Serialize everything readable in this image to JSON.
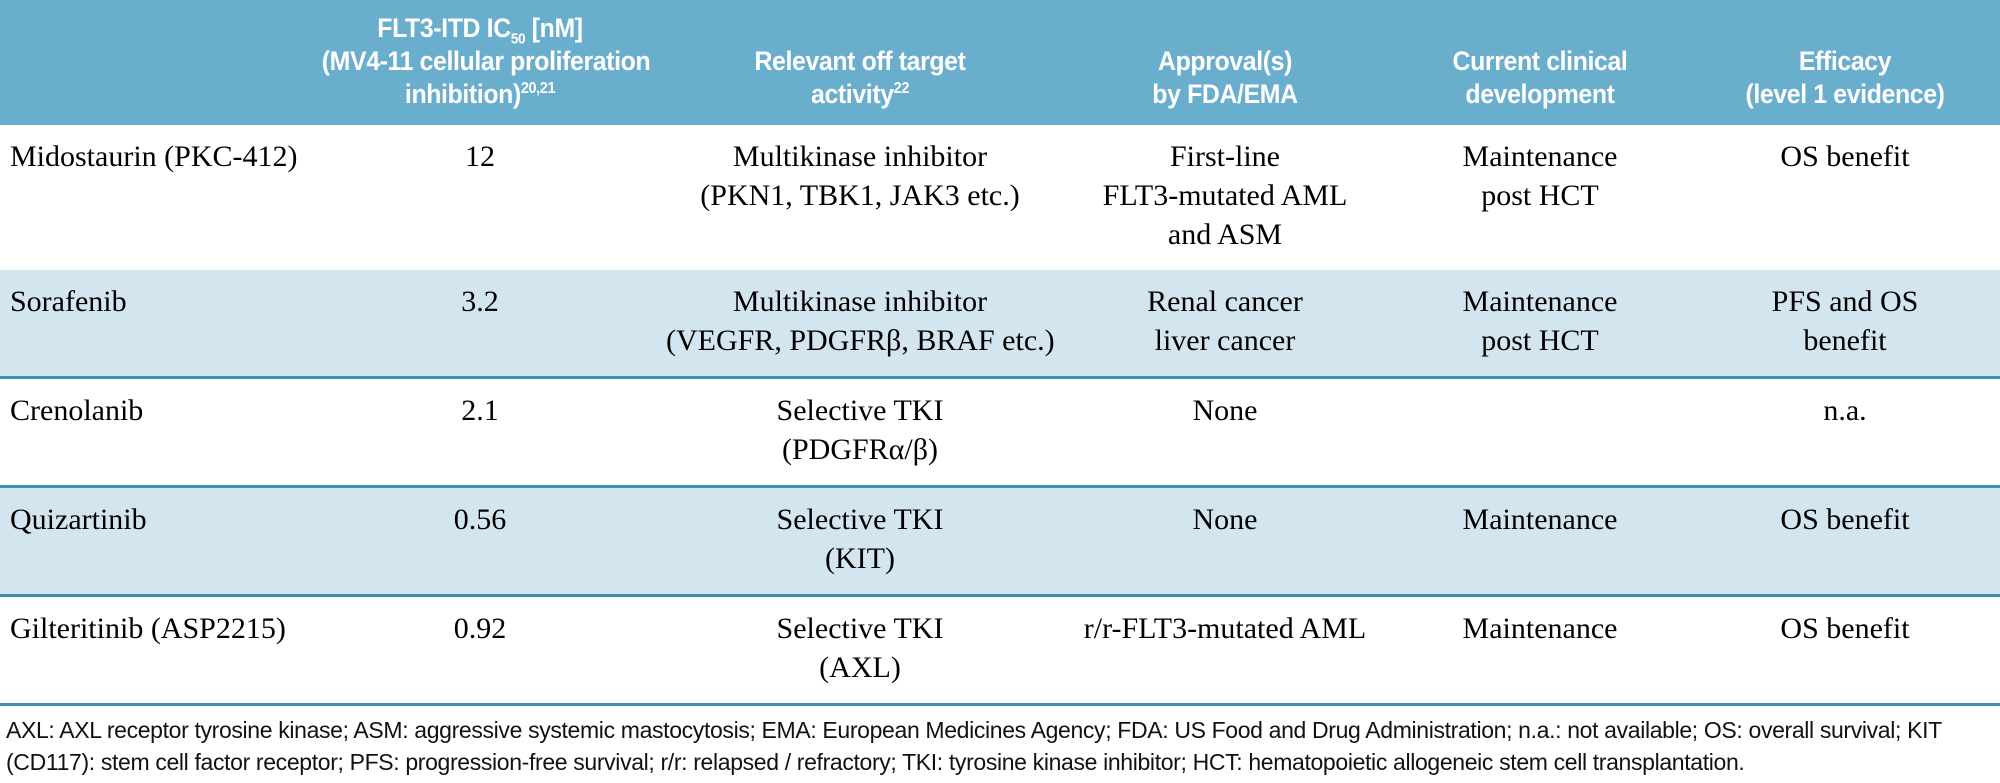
{
  "table": {
    "headers": [
      {
        "key": "drug",
        "lines": [
          ""
        ]
      },
      {
        "key": "ic50",
        "lines": [
          "FLT3-ITD IC",
          "(MV4-11 cellular proliferation",
          "inhibition)"
        ],
        "sub": "50",
        "unit": " [nM]",
        "refs": "20,21"
      },
      {
        "key": "offtarget",
        "lines": [
          "Relevant off target",
          "activity"
        ],
        "refs": "22"
      },
      {
        "key": "approval",
        "lines": [
          "Approval(s)",
          "by FDA/EMA"
        ]
      },
      {
        "key": "clinical",
        "lines": [
          "Current clinical",
          "development"
        ]
      },
      {
        "key": "efficacy",
        "lines": [
          "Efficacy",
          "(level 1 evidence)"
        ]
      }
    ],
    "rows": [
      {
        "shaded": false,
        "drug": [
          "Midostaurin (PKC-412)"
        ],
        "ic50": [
          "12"
        ],
        "offtarget": [
          "Multikinase inhibitor",
          "(PKN1, TBK1, JAK3 etc.)"
        ],
        "approval": [
          "First-line",
          "FLT3-mutated AML",
          "and ASM"
        ],
        "clinical": [
          "Maintenance",
          "post HCT"
        ],
        "efficacy": [
          "OS benefit"
        ]
      },
      {
        "shaded": true,
        "drug": [
          "Sorafenib"
        ],
        "ic50": [
          "3.2"
        ],
        "offtarget": [
          "Multikinase inhibitor",
          "(VEGFR, PDGFRβ, BRAF etc.)"
        ],
        "approval": [
          "Renal cancer",
          "liver cancer"
        ],
        "clinical": [
          "Maintenance",
          "post HCT"
        ],
        "efficacy": [
          "PFS and OS",
          "benefit"
        ]
      },
      {
        "shaded": false,
        "drug": [
          "Crenolanib"
        ],
        "ic50": [
          "2.1"
        ],
        "offtarget": [
          "Selective TKI",
          "(PDGFRα/β)"
        ],
        "approval": [
          "None"
        ],
        "clinical": [
          ""
        ],
        "efficacy": [
          "n.a."
        ]
      },
      {
        "shaded": true,
        "drug": [
          "Quizartinib"
        ],
        "ic50": [
          "0.56"
        ],
        "offtarget": [
          "Selective TKI",
          "(KIT)"
        ],
        "approval": [
          "None"
        ],
        "clinical": [
          "Maintenance"
        ],
        "efficacy": [
          "OS benefit"
        ]
      },
      {
        "shaded": false,
        "drug": [
          "Gilteritinib (ASP2215)"
        ],
        "ic50": [
          "0.92"
        ],
        "offtarget": [
          "Selective TKI",
          "(AXL)"
        ],
        "approval": [
          "r/r-FLT3-mutated AML"
        ],
        "clinical": [
          "Maintenance"
        ],
        "efficacy": [
          "OS benefit"
        ]
      }
    ],
    "footnote": "AXL: AXL receptor tyrosine kinase; ASM: aggressive systemic mastocytosis; EMA: European Medicines Agency; FDA: US Food and Drug Administration; n.a.: not available; OS: overall survival; KIT (CD117): stem cell factor receptor; PFS: progression-free survival; r/r: relapsed / refractory; TKI: tyrosine kinase inhibitor; HCT: hematopoietic allogeneic stem cell transplantation."
  },
  "colors": {
    "header_bg": "#6aaecd",
    "row_shaded_bg": "#d3e5ee",
    "rule": "#3f8fb0",
    "header_text": "#ffffff",
    "body_text": "#000000"
  }
}
